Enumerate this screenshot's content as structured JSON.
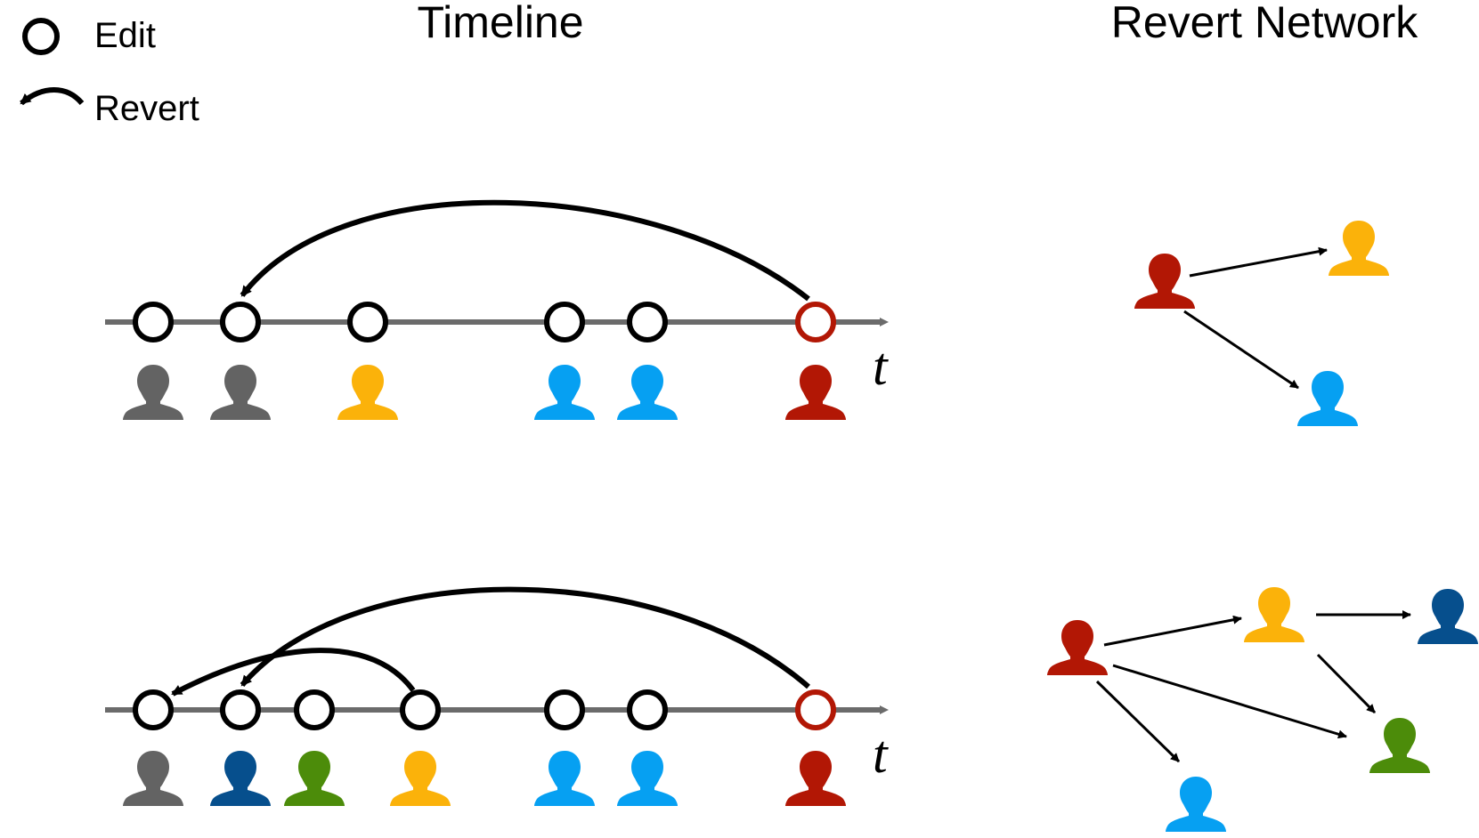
{
  "legend": {
    "edit_label": "Edit",
    "revert_label": "Revert"
  },
  "headings": {
    "timeline": "Timeline",
    "network": "Revert Network"
  },
  "axis_label": "t",
  "colors": {
    "gray": "#636363",
    "yellow": "#fbb20a",
    "light_blue": "#06a0f2",
    "red": "#b21705",
    "dark_blue": "#064f8d",
    "green": "#4c8c0a",
    "axis": "#6b6b6b",
    "edit_circle": "#000000",
    "revert_edit_circle": "#b21705"
  },
  "panels": [
    {
      "id": "top",
      "edits": [
        {
          "user_color": "gray"
        },
        {
          "user_color": "gray"
        },
        {
          "user_color": "yellow"
        },
        {
          "user_color": "light_blue"
        },
        {
          "user_color": "light_blue"
        },
        {
          "user_color": "red",
          "reverting": true
        }
      ],
      "reverts": [
        {
          "from_edit": 6,
          "to_edit": 2
        }
      ],
      "network": {
        "nodes": [
          {
            "id": "red",
            "user_color": "red"
          },
          {
            "id": "yellow",
            "user_color": "yellow"
          },
          {
            "id": "light_blue",
            "user_color": "light_blue"
          }
        ],
        "edges": [
          {
            "from": "red",
            "to": "yellow"
          },
          {
            "from": "red",
            "to": "light_blue"
          }
        ]
      }
    },
    {
      "id": "bottom",
      "edits": [
        {
          "user_color": "gray"
        },
        {
          "user_color": "dark_blue"
        },
        {
          "user_color": "green"
        },
        {
          "user_color": "yellow"
        },
        {
          "user_color": "light_blue"
        },
        {
          "user_color": "light_blue"
        },
        {
          "user_color": "red",
          "reverting": true
        }
      ],
      "reverts": [
        {
          "from_edit": 7,
          "to_edit": 2
        },
        {
          "from_edit": 4,
          "to_edit": 1
        }
      ],
      "network": {
        "nodes": [
          {
            "id": "red",
            "user_color": "red"
          },
          {
            "id": "yellow",
            "user_color": "yellow"
          },
          {
            "id": "dark_blue",
            "user_color": "dark_blue"
          },
          {
            "id": "green",
            "user_color": "green"
          },
          {
            "id": "light_blue",
            "user_color": "light_blue"
          }
        ],
        "edges": [
          {
            "from": "red",
            "to": "yellow"
          },
          {
            "from": "yellow",
            "to": "dark_blue"
          },
          {
            "from": "yellow",
            "to": "green"
          },
          {
            "from": "red",
            "to": "green"
          },
          {
            "from": "red",
            "to": "light_blue"
          }
        ]
      }
    }
  ]
}
